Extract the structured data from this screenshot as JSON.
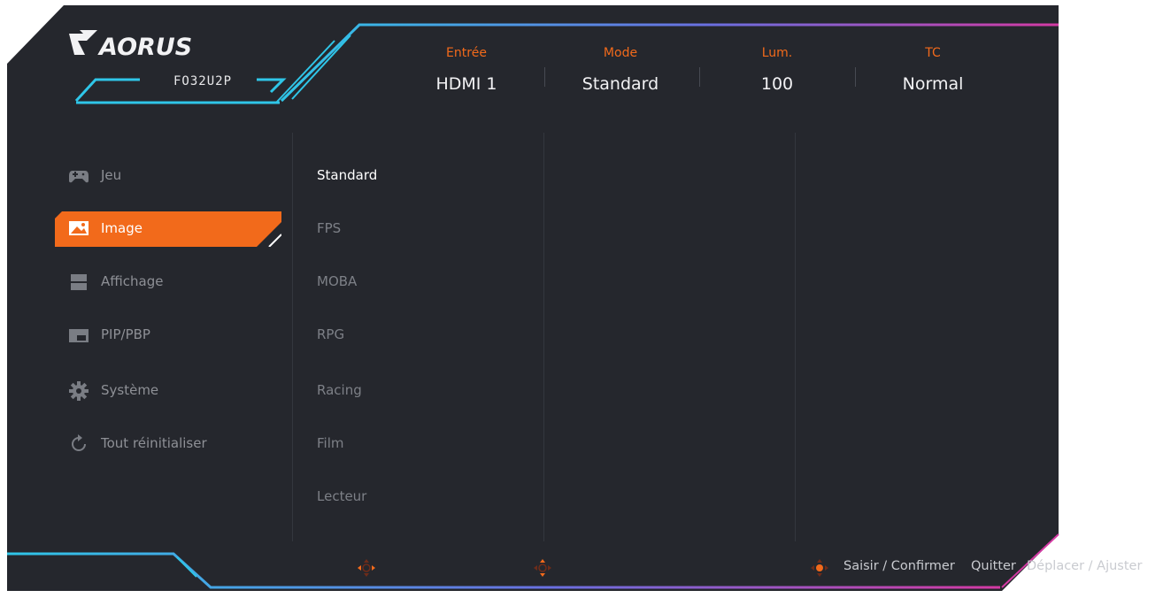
{
  "osd": {
    "brand": "AORUS",
    "model": "FO32U2P",
    "header": [
      {
        "label": "Entrée",
        "value": "HDMI 1"
      },
      {
        "label": "Mode",
        "value": "Standard"
      },
      {
        "label": "Lum.",
        "value": "100"
      },
      {
        "label": "TC",
        "value": "Normal"
      }
    ],
    "menu": [
      {
        "label": "Jeu",
        "icon": "gamepad-icon"
      },
      {
        "label": "Image",
        "icon": "picture-icon",
        "active": true
      },
      {
        "label": "Affichage",
        "icon": "display-icon"
      },
      {
        "label": "PIP/PBP",
        "icon": "pip-icon"
      },
      {
        "label": "Système",
        "icon": "gear-icon"
      },
      {
        "label": "Tout réinitialiser",
        "icon": "reset-icon"
      }
    ],
    "submenu": [
      "Standard",
      "FPS",
      "MOBA",
      "RPG",
      "Racing",
      "Film",
      "Lecteur"
    ],
    "footer": {
      "enter": "Saisir / Confirmer",
      "exit": "Quitter",
      "move": "Déplacer / Ajuster"
    },
    "colors": {
      "accent": "#f26a1b",
      "panel": "#25272d",
      "cyan": "#2fc6e8",
      "magenta": "#d43aa4"
    }
  }
}
